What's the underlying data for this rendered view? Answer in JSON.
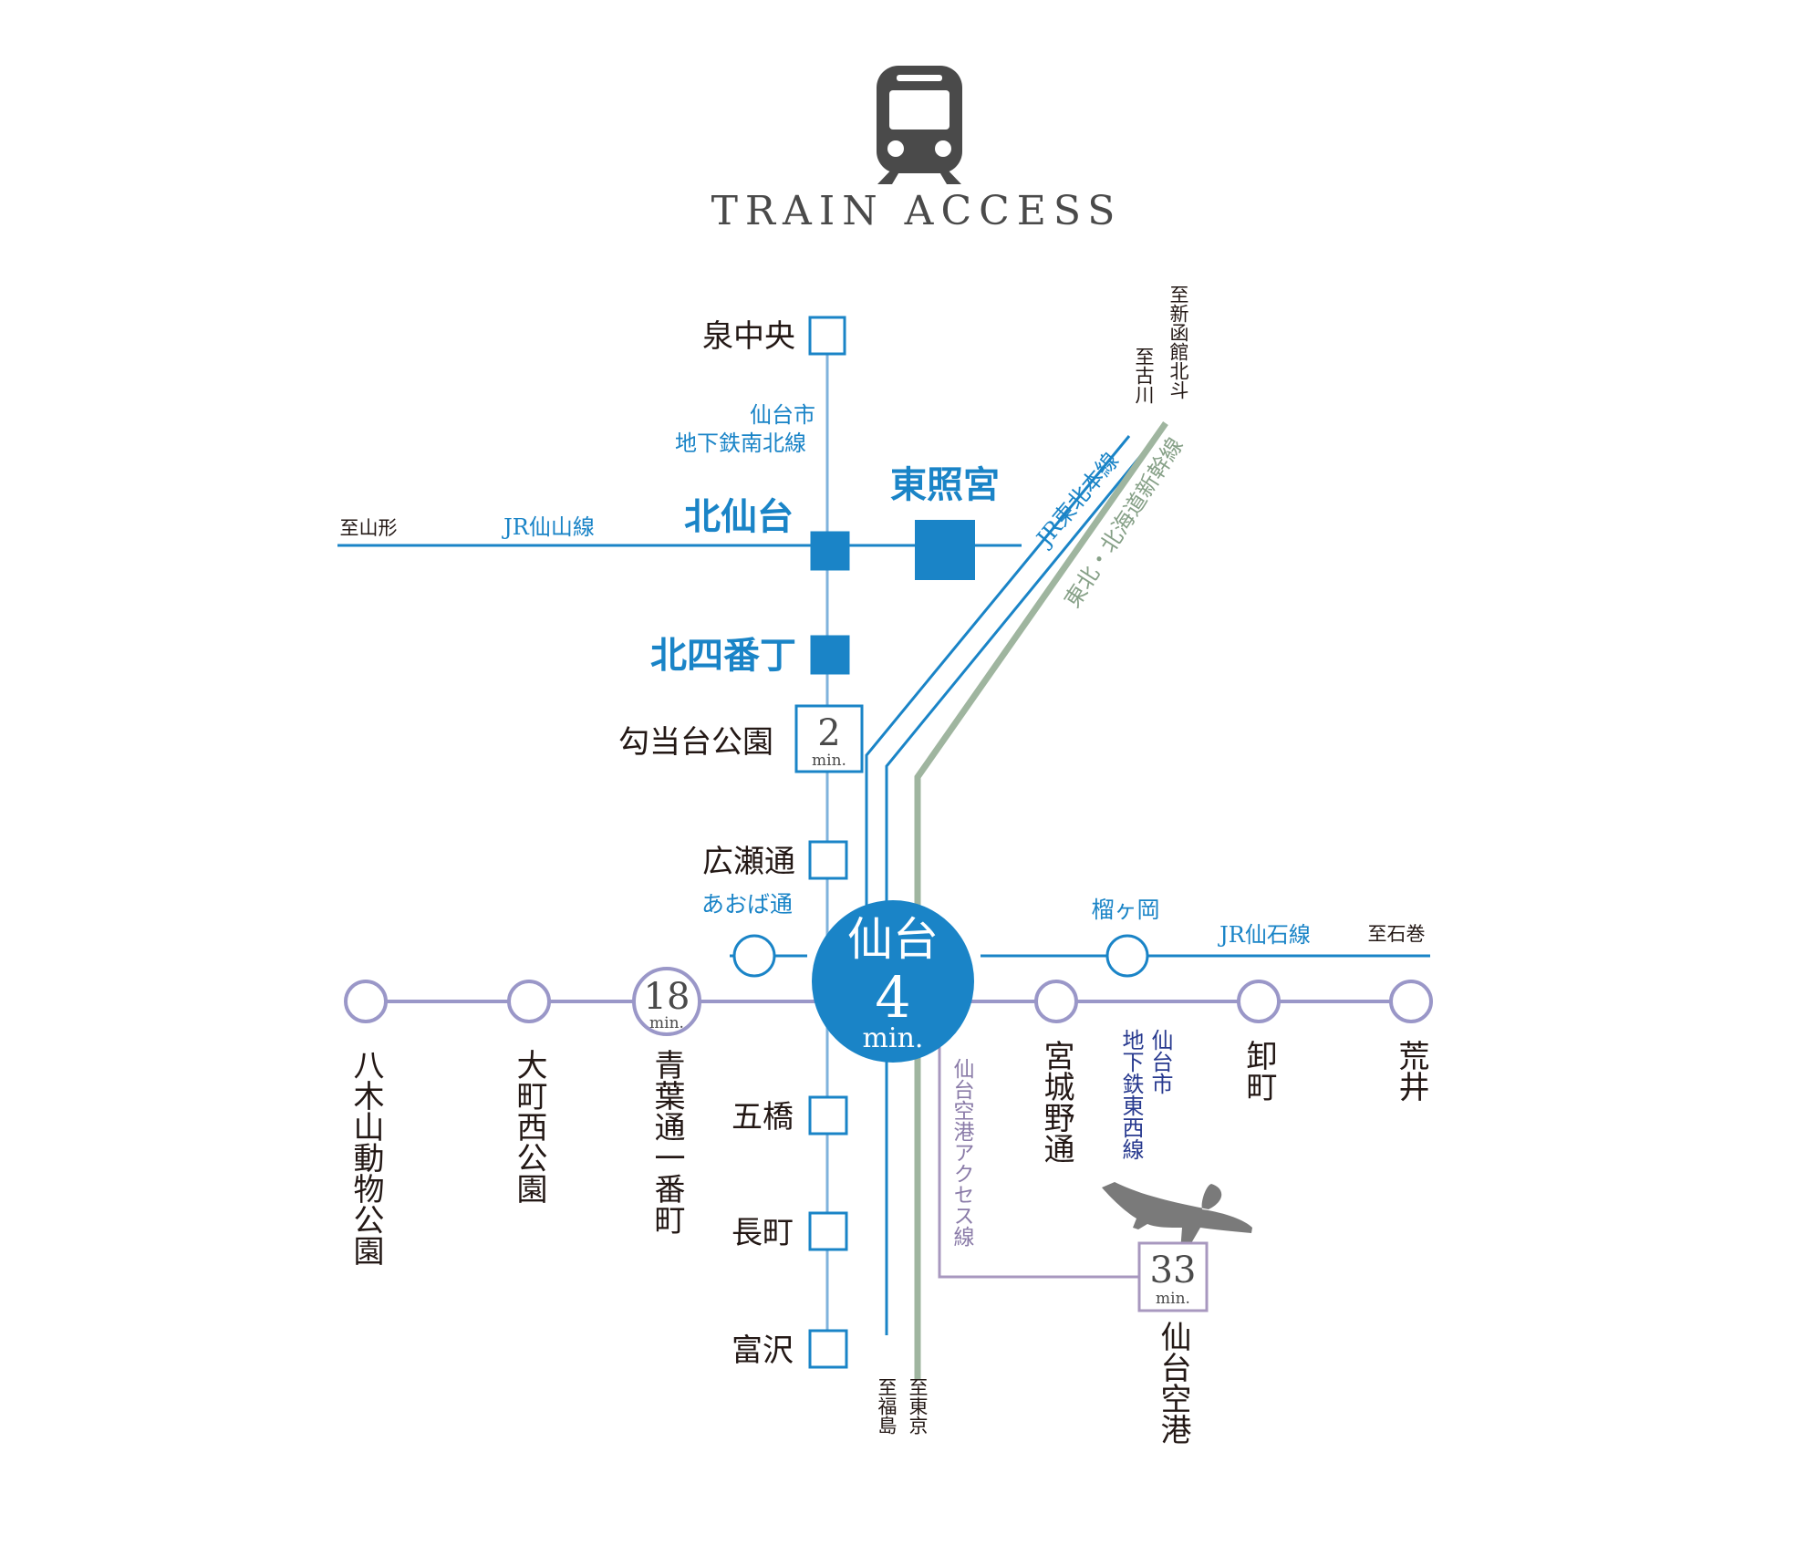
{
  "title": "TRAIN ACCESS",
  "icons": {
    "train": "train-icon",
    "airplane": "airplane-icon"
  },
  "colors": {
    "namboku": "#1a84c7",
    "namboku_thin": "#7fb3dc",
    "jr": "#1a84c7",
    "tozai": "#9a97c8",
    "shinkansen": "#9fb59f",
    "airport": "#a898bf",
    "text": "#231815"
  },
  "lines": {
    "namboku": "仙台市地下鉄南北線",
    "senzan": "JR仙山線",
    "tohoku": "JR東北本線",
    "shinkansen": "東北・北海道新幹線",
    "senseki": "JR仙石線",
    "tozai": "仙台市地下鉄東西線",
    "airport": "仙台空港アクセス線"
  },
  "namboku_label": [
    "仙台市",
    "地下鉄南北線"
  ],
  "tozai_label": [
    "仙台市",
    "地下鉄東西線"
  ],
  "stations": {
    "izumi_chuo": "泉中央",
    "kita_sendai": "北仙台",
    "toshogu": "東照宮",
    "kita_yonbancho": "北四番丁",
    "kotodai_koen": "勾当台公園",
    "hirose_dori": "広瀬通",
    "aoba_dori": "あおば通",
    "sendai": "仙台",
    "itsutsubashi": "五橋",
    "nagamachi": "長町",
    "tomizawa": "富沢",
    "tsutsujigaoka": "榴ヶ岡",
    "miyagino_dori": "宮城野通",
    "oroshimachi": "卸町",
    "arai": "荒井",
    "aoba_dori_ichibancho": "青葉通一番町",
    "omachi_nishi_koen": "大町西公園",
    "yagiyama": "八木山動物公園",
    "sendai_airport": "仙台空港"
  },
  "destinations": {
    "yamagata": "至山形",
    "ishinomaki": "至石巻",
    "furukawa": "至古川",
    "shin_hakodate": "至新函館北斗",
    "fukushima": "至福島",
    "tokyo": "至東京"
  },
  "times": {
    "sendai": {
      "value": "4",
      "unit": "min."
    },
    "kotodai_koen": {
      "value": "2",
      "unit": "min."
    },
    "aoba_dori_ichibancho": {
      "value": "18",
      "unit": "min."
    },
    "sendai_airport": {
      "value": "33",
      "unit": "min."
    }
  }
}
